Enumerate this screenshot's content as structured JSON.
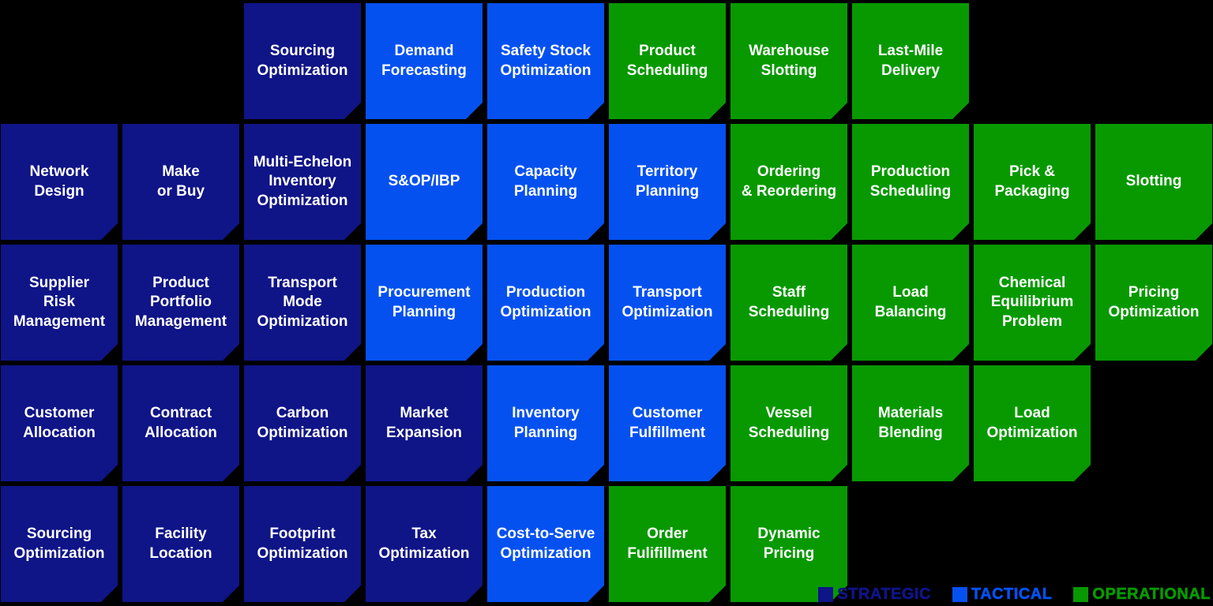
{
  "colors": {
    "background": "#000000",
    "strategic": "#0f1487",
    "tactical": "#0551f0",
    "operational": "#089900",
    "tile_text": "#ffffff"
  },
  "legend": {
    "items": [
      {
        "label": "STRATEGIC",
        "category": "strategic"
      },
      {
        "label": "TACTICAL",
        "category": "tactical"
      },
      {
        "label": "OPERATIONAL",
        "category": "operational"
      }
    ]
  },
  "grid": {
    "columns": 10,
    "rows": 5
  },
  "tiles": [
    {
      "row": 1,
      "col": 3,
      "category": "strategic",
      "label": "Sourcing\nOptimization"
    },
    {
      "row": 1,
      "col": 4,
      "category": "tactical",
      "label": "Demand\nForecasting"
    },
    {
      "row": 1,
      "col": 5,
      "category": "tactical",
      "label": "Safety Stock\nOptimization"
    },
    {
      "row": 1,
      "col": 6,
      "category": "operational",
      "label": "Product\nScheduling"
    },
    {
      "row": 1,
      "col": 7,
      "category": "operational",
      "label": "Warehouse\nSlotting"
    },
    {
      "row": 1,
      "col": 8,
      "category": "operational",
      "label": "Last-Mile\nDelivery"
    },
    {
      "row": 2,
      "col": 1,
      "category": "strategic",
      "label": "Network\nDesign"
    },
    {
      "row": 2,
      "col": 2,
      "category": "strategic",
      "label": "Make\nor Buy"
    },
    {
      "row": 2,
      "col": 3,
      "category": "strategic",
      "label": "Multi-Echelon\nInventory\nOptimization"
    },
    {
      "row": 2,
      "col": 4,
      "category": "tactical",
      "label": "S&OP/IBP"
    },
    {
      "row": 2,
      "col": 5,
      "category": "tactical",
      "label": "Capacity\nPlanning"
    },
    {
      "row": 2,
      "col": 6,
      "category": "tactical",
      "label": "Territory\nPlanning"
    },
    {
      "row": 2,
      "col": 7,
      "category": "operational",
      "label": "Ordering\n& Reordering"
    },
    {
      "row": 2,
      "col": 8,
      "category": "operational",
      "label": "Production\nScheduling"
    },
    {
      "row": 2,
      "col": 9,
      "category": "operational",
      "label": "Pick &\nPackaging"
    },
    {
      "row": 2,
      "col": 10,
      "category": "operational",
      "label": "Slotting"
    },
    {
      "row": 3,
      "col": 1,
      "category": "strategic",
      "label": "Supplier\nRisk\nManagement"
    },
    {
      "row": 3,
      "col": 2,
      "category": "strategic",
      "label": "Product\nPortfolio\nManagement"
    },
    {
      "row": 3,
      "col": 3,
      "category": "strategic",
      "label": "Transport\nMode\nOptimization"
    },
    {
      "row": 3,
      "col": 4,
      "category": "tactical",
      "label": "Procurement\nPlanning"
    },
    {
      "row": 3,
      "col": 5,
      "category": "tactical",
      "label": "Production\nOptimization"
    },
    {
      "row": 3,
      "col": 6,
      "category": "tactical",
      "label": "Transport\nOptimization"
    },
    {
      "row": 3,
      "col": 7,
      "category": "operational",
      "label": "Staff\nScheduling"
    },
    {
      "row": 3,
      "col": 8,
      "category": "operational",
      "label": "Load\nBalancing"
    },
    {
      "row": 3,
      "col": 9,
      "category": "operational",
      "label": "Chemical\nEquilibrium\nProblem"
    },
    {
      "row": 3,
      "col": 10,
      "category": "operational",
      "label": "Pricing\nOptimization"
    },
    {
      "row": 4,
      "col": 1,
      "category": "strategic",
      "label": "Customer\nAllocation"
    },
    {
      "row": 4,
      "col": 2,
      "category": "strategic",
      "label": "Contract\nAllocation"
    },
    {
      "row": 4,
      "col": 3,
      "category": "strategic",
      "label": "Carbon\nOptimization"
    },
    {
      "row": 4,
      "col": 4,
      "category": "strategic",
      "label": "Market\nExpansion"
    },
    {
      "row": 4,
      "col": 5,
      "category": "tactical",
      "label": "Inventory\nPlanning"
    },
    {
      "row": 4,
      "col": 6,
      "category": "tactical",
      "label": "Customer\nFulfillment"
    },
    {
      "row": 4,
      "col": 7,
      "category": "operational",
      "label": "Vessel\nScheduling"
    },
    {
      "row": 4,
      "col": 8,
      "category": "operational",
      "label": "Materials\nBlending"
    },
    {
      "row": 4,
      "col": 9,
      "category": "operational",
      "label": "Load\nOptimization"
    },
    {
      "row": 5,
      "col": 1,
      "category": "strategic",
      "label": "Sourcing\nOptimization"
    },
    {
      "row": 5,
      "col": 2,
      "category": "strategic",
      "label": "Facility\nLocation"
    },
    {
      "row": 5,
      "col": 3,
      "category": "strategic",
      "label": "Footprint\nOptimization"
    },
    {
      "row": 5,
      "col": 4,
      "category": "strategic",
      "label": "Tax\nOptimization"
    },
    {
      "row": 5,
      "col": 5,
      "category": "tactical",
      "label": "Cost-to-Serve\nOptimization"
    },
    {
      "row": 5,
      "col": 6,
      "category": "operational",
      "label": "Order\nFulifillment"
    },
    {
      "row": 5,
      "col": 7,
      "category": "operational",
      "label": "Dynamic\nPricing"
    }
  ]
}
